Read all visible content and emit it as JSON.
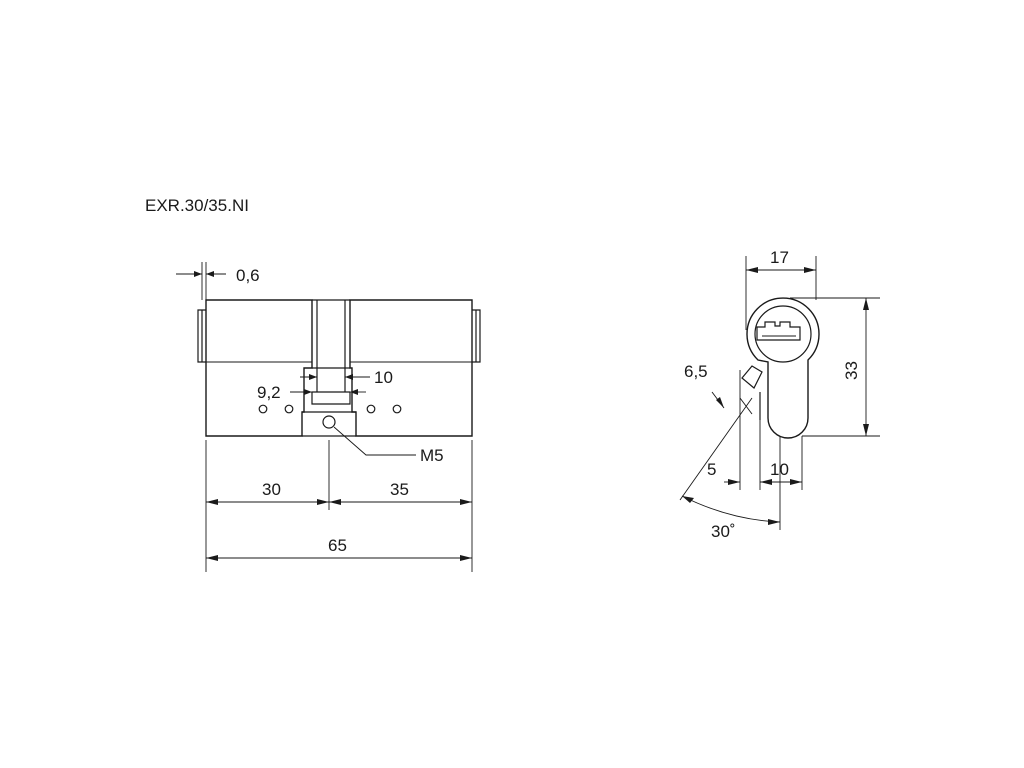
{
  "model_code": "EXR.30/35.NI",
  "side_view": {
    "dim_gap": "0,6",
    "dim_cam_width": "9,2",
    "dim_cam_slot": "10",
    "dim_screw": "M5",
    "dim_left": "30",
    "dim_right": "35",
    "dim_total": "65"
  },
  "front_view": {
    "dim_top_width": "17",
    "dim_height": "33",
    "dim_cam_thickness": "6,5",
    "dim_cam_offset": "5",
    "dim_bottom_width": "10",
    "dim_angle": "30˚"
  }
}
